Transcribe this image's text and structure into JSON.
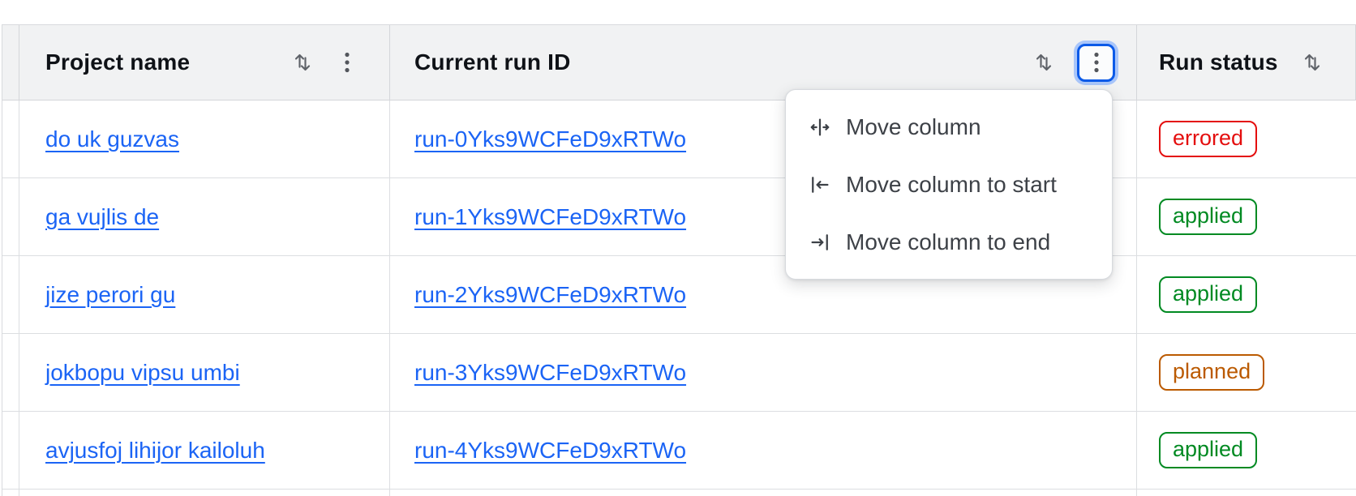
{
  "header": {
    "columns": [
      {
        "label": "Project name"
      },
      {
        "label": "Current run ID"
      },
      {
        "label": "Run status"
      }
    ]
  },
  "rows": [
    {
      "project_name": "do uk guzvas",
      "run_id": "run-0Yks9WCFeD9xRTWo",
      "status": "errored"
    },
    {
      "project_name": "ga vujlis de",
      "run_id": "run-1Yks9WCFeD9xRTWo",
      "status": "applied"
    },
    {
      "project_name": "jize perori gu",
      "run_id": "run-2Yks9WCFeD9xRTWo",
      "status": "applied"
    },
    {
      "project_name": "jokbopu vipsu umbi",
      "run_id": "run-3Yks9WCFeD9xRTWo",
      "status": "planned"
    },
    {
      "project_name": "avjusfoj lihijor kailoluh",
      "run_id": "run-4Yks9WCFeD9xRTWo",
      "status": "applied"
    }
  ],
  "context_menu": {
    "items": [
      {
        "label": "Move column",
        "icon": "move-column-icon"
      },
      {
        "label": "Move column to start",
        "icon": "move-column-to-start-icon"
      },
      {
        "label": "Move column to end",
        "icon": "move-column-to-end-icon"
      }
    ]
  },
  "status_colors": {
    "errored": "#e40e0e",
    "applied": "#008a22",
    "planned": "#bb5a00"
  },
  "colors": {
    "link": "#1b64f5",
    "focus_ring": "#0b5ae8",
    "header_bg": "#f1f2f3",
    "icon_gray": "#5e6268"
  }
}
